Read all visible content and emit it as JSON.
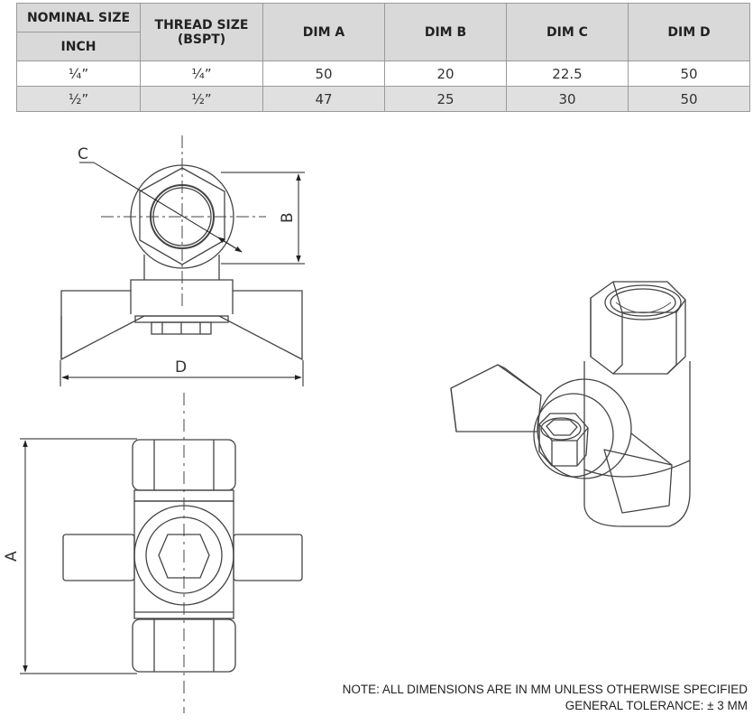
{
  "table": {
    "headers": {
      "nominal_size": "NOMINAL SIZE",
      "inch": "INCH",
      "thread_size": "THREAD SIZE",
      "thread_unit": "(BSPT)",
      "dim_a": "DIM A",
      "dim_b": "DIM B",
      "dim_c": "DIM C",
      "dim_d": "DIM D"
    },
    "rows": [
      {
        "nominal": "¼”",
        "thread": "¼”",
        "a": "50",
        "b": "20",
        "c": "22.5",
        "d": "50"
      },
      {
        "nominal": "½”",
        "thread": "½”",
        "a": "47",
        "b": "25",
        "c": "30",
        "d": "50"
      }
    ]
  },
  "drawing_labels": {
    "c": "C",
    "b": "B",
    "d": "D",
    "a": "A"
  },
  "notes": {
    "line1": "NOTE: ALL DIMENSIONS ARE IN MM UNLESS OTHERWISE SPECIFIED",
    "line2": "GENERAL TOLERANCE:  ± 3 MM"
  }
}
